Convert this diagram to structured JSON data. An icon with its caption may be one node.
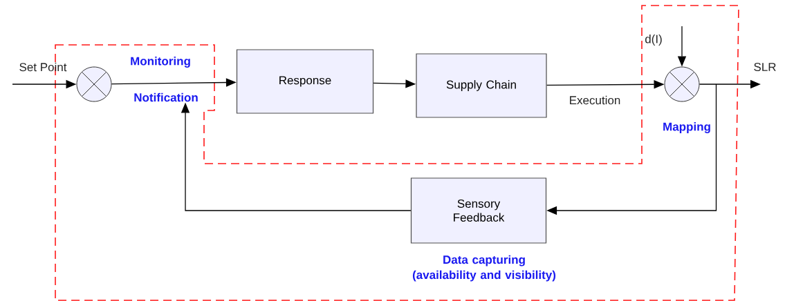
{
  "diagram": {
    "nodes": [
      {
        "text": [],
        "shape": "circle"
      },
      {
        "text": [
          "Notification"
        ]
      },
      {
        "text": [
          "Response"
        ]
      },
      {
        "text": [
          "Supply Chain"
        ]
      },
      {
        "text": [],
        "shape": "circle"
      },
      {
        "text": [
          "Sensory Feedback"
        ],
        "beside": [
          "Data capturing (availability and visibility)"
        ]
      }
    ],
    "edges": [
      {
        "from": null,
        "to": 0,
        "arrow": "to",
        "label": "Set Point"
      },
      {
        "from": 0,
        "to": 2,
        "arrow": "to"
      },
      {
        "from": 2,
        "to": 3,
        "arrow": "to"
      },
      {
        "from": 3,
        "to": 4,
        "arrow": "to",
        "label": "Execution"
      },
      {
        "from": null,
        "to": 4,
        "arrow": "to",
        "label": "d(I)"
      },
      {
        "from": 4,
        "to": null,
        "arrow": "to",
        "label": "SLR"
      },
      {
        "from": 4,
        "to": 5,
        "arrow": "to"
      },
      {
        "from": 5,
        "to": 1,
        "arrow": "to"
      }
    ],
    "labels": [
      "Monitoring",
      "Mapping"
    ]
  }
}
